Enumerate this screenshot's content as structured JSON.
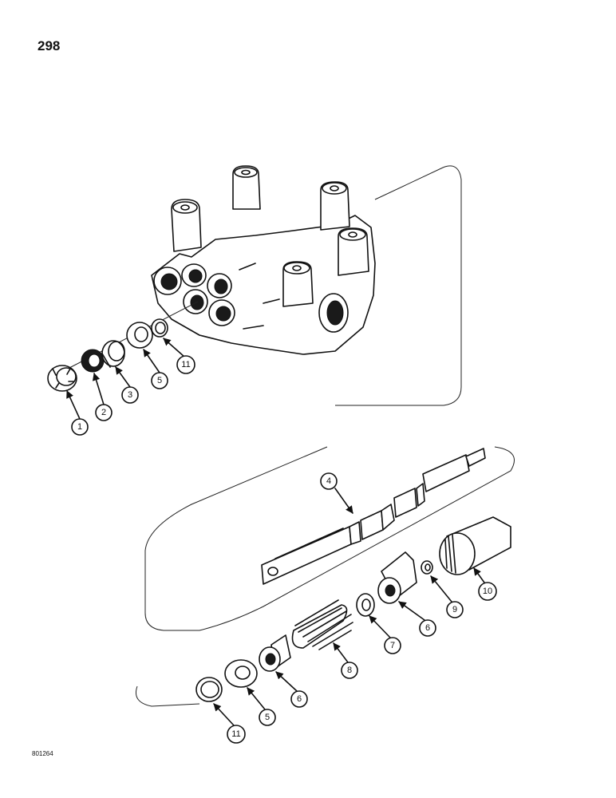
{
  "page_number": "298",
  "figure_code": "801264",
  "callouts": {
    "c1": "1",
    "c2": "2",
    "c3": "3",
    "c5a": "5",
    "c11a": "11",
    "c4": "4",
    "c10": "10",
    "c9": "9",
    "c6a": "6",
    "c7": "7",
    "c8": "8",
    "c6b": "6",
    "c5b": "5",
    "c11b": "11"
  }
}
